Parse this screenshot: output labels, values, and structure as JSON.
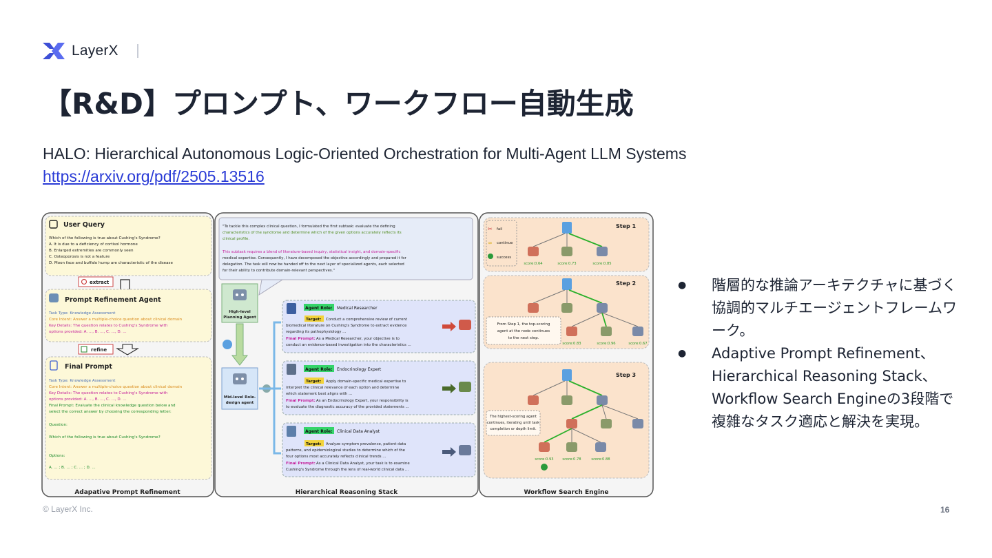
{
  "header": {
    "logo_text": "LayerX"
  },
  "slide": {
    "title": "【R&D】プロンプト、ワークフロー自動生成",
    "subtitle": "HALO: Hierarchical Autonomous Logic-Oriented Orchestration for Multi-Agent LLM Systems",
    "link": "https://arxiv.org/pdf/2505.13516",
    "bullets": [
      "階層的な推論アーキテクチャに基づく協調的マルチエージェントフレームワーク。",
      "Adaptive Prompt Refinement、Hierarchical Reasoning Stack、Workflow Search Engineの3段階で複雑なタスク適応と解決を実現。"
    ],
    "page_number": "16"
  },
  "footer": {
    "copyright": "© LayerX Inc."
  },
  "figure": {
    "panel_labels": [
      "Adapative Prompt Refinement",
      "Hierarchical Reasoning Stack",
      "Workflow Search Engine"
    ],
    "left": {
      "user_query_title": "User Query",
      "user_query_lines": [
        "Which of the following is true about Cushing's Syndrome?",
        "A. It is due to a deficiency of cortisol hormone",
        "B. Enlarged extremities are commonly seen",
        "C. Osteoporosis is not a feature",
        "D. Moon face and buffalo hump are characteristic of the disease"
      ],
      "extract_label": "extract",
      "refinement_title": "Prompt  Refinement Agent",
      "refinement_lines": [
        "Task Type: Knowledge Assessment",
        "Core Intent: Answer a multiple-choice question about clinical domain",
        "Key Details: The question relates to Cushing's Syndrome with",
        "options provided: A. ..., B. ..., C. ..., D. ..."
      ],
      "refine_label": "refine",
      "final_title": "Final Prompt",
      "final_lines": [
        "Task Type: Knowledge Assessment",
        "Core Intent: Answer a multiple-choice question about clinical domain",
        "Key Details: The question relates to Cushing's Syndrome with",
        "options provided: A. ..., B. ..., C. ..., D. ...",
        "Final Prompt: Evaluate the clinical knowledge question below and",
        "select the correct answer by choosing the corresponding letter:",
        "Question:",
        "Which of the following is true about Cushing's Syndrome?",
        "Options:",
        "A. ...  ;  B. ...  ;  C. ...  ;  D. ..."
      ]
    },
    "middle": {
      "quote_lines": [
        "\"To tackle this complex clinical question,  I formulated the first subtask: evaluate the defining",
        "characteristics of the syndrome and determine which of the given options accurately reflects its",
        "clinical profile.",
        "This subtask requires a blend of literature-based inquiry, statistical insight, and domain-specific",
        "medical expertise. Consequently, I have decomposed the objective accordingly and prepared it for",
        "delegation. The task will now be handed off to the next layer of specialized agents, each selected",
        "for their ability to contribute domain-relevant perspectives.\""
      ],
      "high_level_label": [
        "High-level",
        "Planning Agent"
      ],
      "mid_level_label": [
        "Mid-level Role-",
        "design agent"
      ],
      "agent_role_tag": "Agent Role:",
      "target_tag": "Target:",
      "final_prompt_tag": "Final Prompt:",
      "agents": [
        {
          "role": "Medical Researcher",
          "target_lines": [
            "Conduct a comprehensive review of current",
            "biomedical literature on Cushing's Syndrome to extract evidence",
            "regarding its pathophysiology ..."
          ],
          "prompt_lines": [
            "As a Medical Researcher, your objective is to",
            "conduct an evidence-based investigation into the characteristics ..."
          ]
        },
        {
          "role": "Endocrinology Expert",
          "target_lines": [
            "Apply domain-specific medical expertise to",
            "interpret the clinical relevance of each option and determine",
            "which statement best aligns with ..."
          ],
          "prompt_lines": [
            "As an Endocrinology Expert, your responsibility is",
            "to evaluate the diagnostic accuracy of the provided statements ..."
          ]
        },
        {
          "role": "Clinical Data Analyst",
          "target_lines": [
            "Analyze symptom prevalence, patient data",
            "patterns, and epidemiological studies to determine which of the",
            "four options most accurately reflects clinical trends ..."
          ],
          "prompt_lines": [
            "As a Clinical Data Analyst, your task is to examine",
            "Cushing's Syndrome through the lens of real-world clinical data ..."
          ]
        }
      ]
    },
    "right": {
      "legend": [
        "fail",
        "continue",
        "success"
      ],
      "steps": [
        "Step 1",
        "Step 2",
        "Step 3"
      ],
      "step1_scores": [
        "score:0.64",
        "score:0.73",
        "score:0.85"
      ],
      "step2_scores": [
        "score:0.83",
        "score:0.96",
        "score:0.67"
      ],
      "step3_scores": [
        "score:0.93",
        "score:0.78",
        "score:0.88"
      ],
      "note2": [
        "From Step 1, the top-scoring",
        "agent at the node continues",
        "to the next step."
      ],
      "note3": [
        "The highest-scoring agent",
        "continues, iterating until task",
        "completion or depth limit."
      ]
    }
  }
}
